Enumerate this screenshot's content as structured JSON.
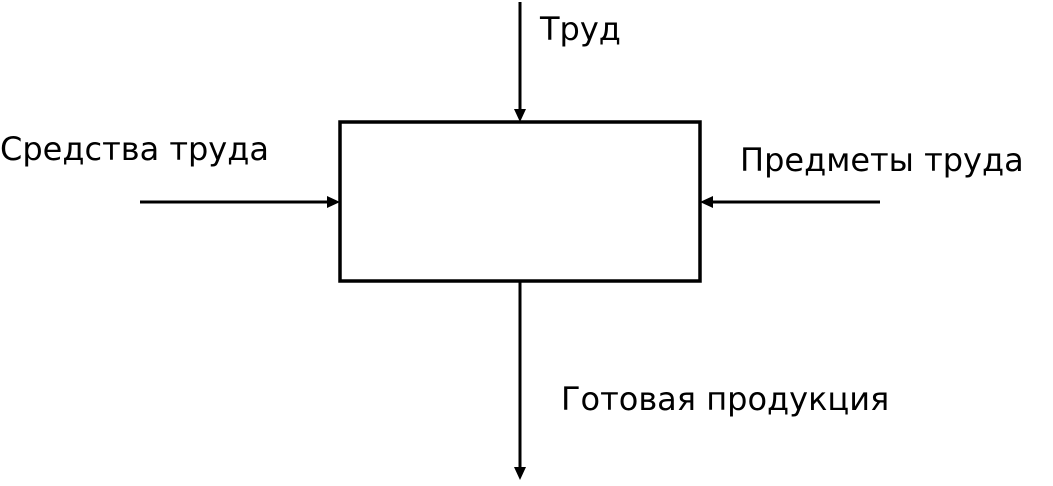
{
  "diagram": {
    "inputs": {
      "top": "Труд",
      "left": "Средства труда",
      "right": "Предметы труда"
    },
    "output": {
      "bottom": "Готовая продукция"
    },
    "colors": {
      "stroke": "#000000",
      "background": "#ffffff"
    }
  }
}
